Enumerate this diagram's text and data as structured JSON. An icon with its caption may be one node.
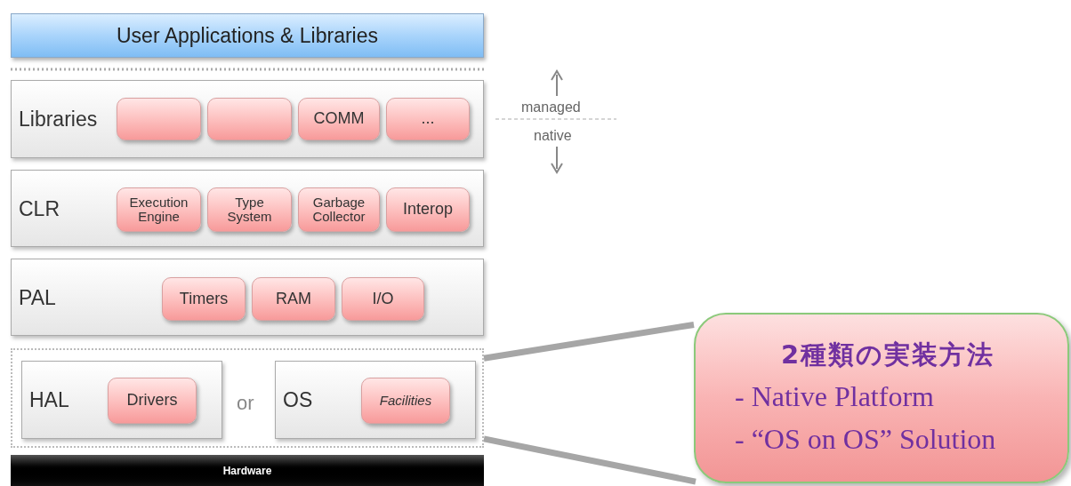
{
  "diagram": {
    "nodes": [
      {
        "text": [
          "User Applications & Libraries"
        ]
      },
      {
        "text": [
          "Libraries"
        ]
      },
      {
        "text": [],
        "shape": "box",
        "in": 1
      },
      {
        "text": [],
        "shape": "box",
        "in": 1
      },
      {
        "text": [
          "COMM"
        ],
        "in": 1
      },
      {
        "text": [
          "..."
        ],
        "in": 1
      },
      {
        "text": [
          "CLR"
        ]
      },
      {
        "text": [
          "Execution Engine"
        ],
        "in": 6
      },
      {
        "text": [
          "Type System"
        ],
        "in": 6
      },
      {
        "text": [
          "Garbage Collector"
        ],
        "in": 6
      },
      {
        "text": [
          "Interop"
        ],
        "in": 6
      },
      {
        "text": [
          "PAL"
        ]
      },
      {
        "text": [
          "Timers"
        ],
        "in": 11
      },
      {
        "text": [
          "RAM"
        ],
        "in": 11
      },
      {
        "text": [
          "I/O"
        ],
        "in": 11
      },
      {
        "text": [],
        "shape": "box"
      },
      {
        "text": [
          "HAL"
        ],
        "in": 15
      },
      {
        "text": [
          "Drivers"
        ],
        "in": 16
      },
      {
        "text": [
          "OS"
        ],
        "in": 15
      },
      {
        "text": [
          "Facilities"
        ],
        "in": 18
      },
      {
        "text": [
          "Hardware"
        ]
      },
      {
        "text": [
          "2種類の実装方法",
          "- Native Platform",
          "- “OS on OS” Solution"
        ]
      }
    ],
    "edges": [
      {
        "from": 21,
        "to": 15,
        "arrow": "none"
      },
      {
        "from": 21,
        "to": 15,
        "arrow": "none"
      }
    ],
    "labels": [
      "managed",
      "native",
      "or"
    ]
  }
}
